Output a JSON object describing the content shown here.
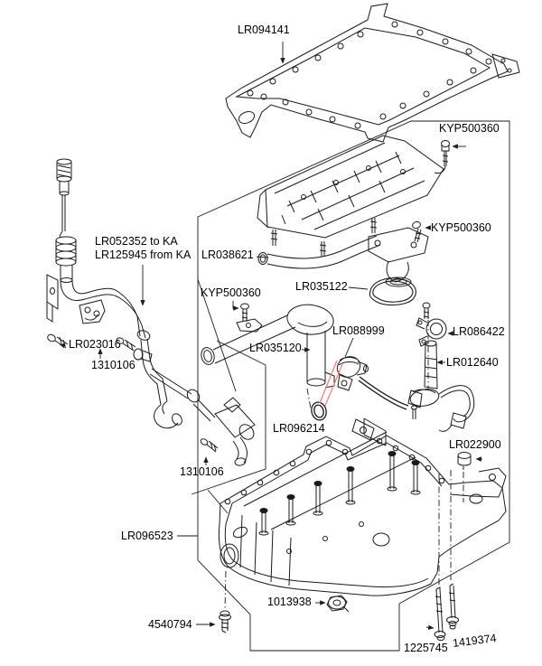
{
  "diagram": {
    "description": "Exploded parts diagram - engine oil sump pan, gasket, baffle, oil pick-up and level sensor assembly",
    "labels": [
      {
        "id": "sump-gasket",
        "text": "LR094141"
      },
      {
        "id": "baffle-bolt-upper",
        "text": "KYP500360"
      },
      {
        "id": "pickup-bolt-right",
        "text": "KYP500360"
      },
      {
        "id": "pickup-pipe",
        "text": "LR038621"
      },
      {
        "id": "dipstick-tube-to-ka",
        "text": "LR052352 to KA"
      },
      {
        "id": "dipstick-tube-from-ka",
        "text": "LR125945 from KA"
      },
      {
        "id": "elbow-bolt-left",
        "text": "KYP500360"
      },
      {
        "id": "pickup-gasket",
        "text": "LR035122"
      },
      {
        "id": "crank-sensor",
        "text": "LR088999"
      },
      {
        "id": "elbow-tube",
        "text": "LR035120"
      },
      {
        "id": "sensor-clamp",
        "text": "LR086422"
      },
      {
        "id": "oil-level-sensor",
        "text": "LR012640"
      },
      {
        "id": "dipstick-bracket-bolt",
        "text": "LR023016"
      },
      {
        "id": "tube-screw-upper",
        "text": "1310106"
      },
      {
        "id": "sensor-o-ring",
        "text": "LR096214"
      },
      {
        "id": "tube-screw-lower",
        "text": "1310106"
      },
      {
        "id": "sump-plug-rear",
        "text": "LR022900"
      },
      {
        "id": "oil-sump-pan",
        "text": "LR096523"
      },
      {
        "id": "drain-plug",
        "text": "1013938"
      },
      {
        "id": "pan-bolt-short",
        "text": "4540794"
      },
      {
        "id": "pan-bolt-long",
        "text": "1225745"
      },
      {
        "id": "pan-bolt-stud",
        "text": "1419374"
      }
    ]
  },
  "colors": {
    "line": "#1a1a1a",
    "red_leader": "#ee7b7b",
    "background": "#ffffff",
    "text": "#000000"
  }
}
